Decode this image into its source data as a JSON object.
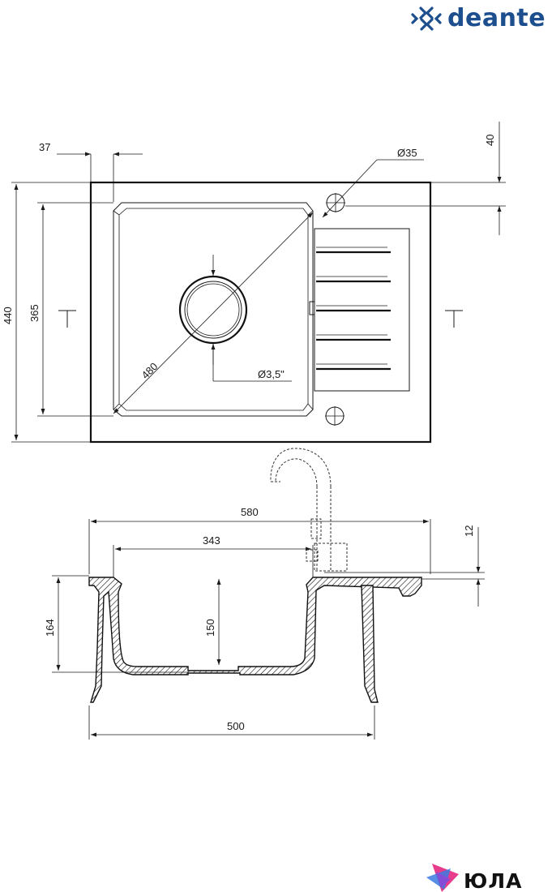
{
  "brand": {
    "name": "deante",
    "color": "#1d4f8f"
  },
  "watermark": {
    "name": "ЮЛА"
  },
  "top_view": {
    "dims": {
      "offset": "37",
      "drain_dia": "Ø35",
      "tap_offset": "40",
      "height": "440",
      "bowl_height": "365",
      "diagonal": "480",
      "waste_dia": "Ø3,5\""
    }
  },
  "side_view": {
    "dims": {
      "width": "580",
      "bowl_width": "343",
      "thickness": "12",
      "depth": "164",
      "bowl_depth": "150",
      "base_width": "500"
    }
  }
}
